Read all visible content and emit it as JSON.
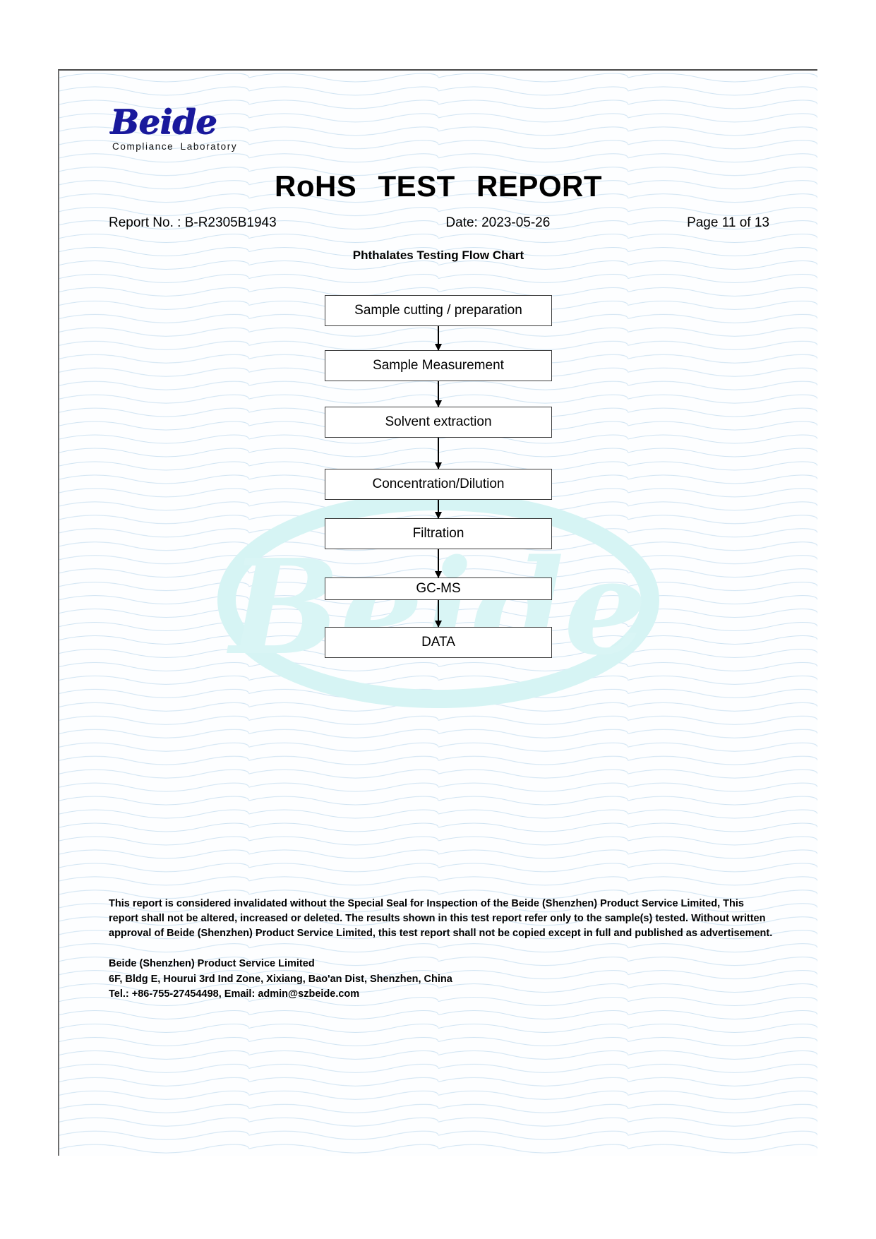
{
  "document": {
    "title": "RoHS   TEST   REPORT",
    "section_heading": "Phthalates Testing Flow Chart"
  },
  "logo": {
    "wordmark": "Beide",
    "tagline": "Compliance Laboratory",
    "brand_color": "#19199c"
  },
  "meta": {
    "report_no": "Report No. : B-R2305B1943",
    "date": "Date: 2023-05-26",
    "page": "Page 11 of 13"
  },
  "flow_chart": {
    "steps": [
      {
        "label": "Sample cutting / preparation",
        "height": "tall"
      },
      {
        "label": "Sample Measurement",
        "height": "tall"
      },
      {
        "label": "Solvent extraction",
        "height": "tall"
      },
      {
        "label": "Concentration/Dilution",
        "height": "tall"
      },
      {
        "label": "Filtration",
        "height": "tall"
      },
      {
        "label": "GC-MS",
        "height": "short"
      },
      {
        "label": "DATA",
        "height": "tall"
      }
    ]
  },
  "footer": {
    "disclaimer": "This report is considered invalidated without the Special Seal for Inspection of the Beide (Shenzhen) Product Service Limited, This report shall not be altered, increased or deleted. The results shown in this test report refer only to the sample(s) tested. Without written approval of Beide (Shenzhen) Product Service Limited, this test report shall not be copied except in full and published as advertisement.",
    "company_name": "Beide (Shenzhen) Product Service Limited",
    "company_address": "6F, Bldg E, Hourui 3rd Ind Zone, Xixiang, Bao'an Dist, Shenzhen, China",
    "company_contact": "Tel.: +86-755-27454498, Email: admin@szbeide.com"
  },
  "watermark": {
    "text": "Beide",
    "color": "#d9f5f5"
  }
}
